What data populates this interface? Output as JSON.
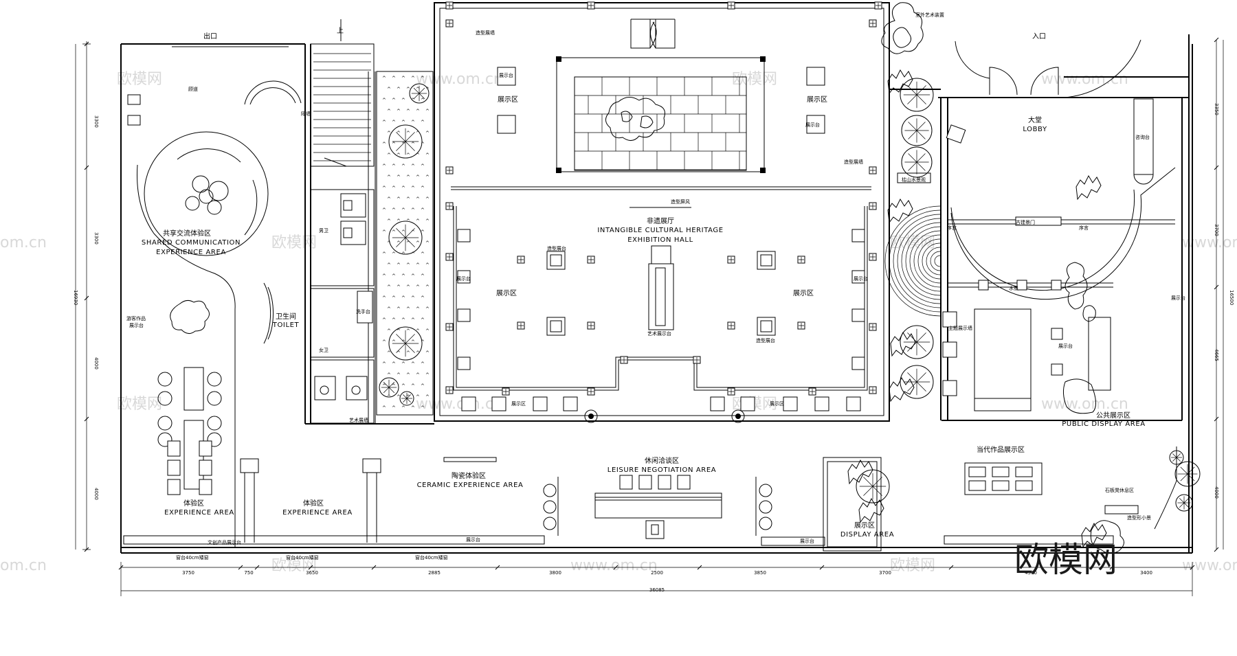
{
  "plan": {
    "rooms": {
      "exit_label": "出口",
      "entrance_label": "入口",
      "stair_up": "上",
      "outdoor_art": "室外艺术装置",
      "corridor": "顾道",
      "wall_note": "隔墙",
      "shared_cn": "共享交流体验区",
      "shared_en_1": "SHARED COMMUNICATION",
      "shared_en_2": "EXPERIENCE AREA",
      "visitor_works_1": "游客作品",
      "visitor_works_2": "展示台",
      "toilet_cn": "卫生间",
      "toilet_en": "TOILET",
      "mens": "男卫",
      "womens": "女卫",
      "washbasin": "洗手台",
      "art_display_wall": "艺术展墙",
      "shaped_wall": "造型展墙",
      "shaped_screen": "造型屏风",
      "display_stand": "展示台",
      "display_area": "展示区",
      "ich_cn": "非遗展厅",
      "ich_en_1": "INTANGIBLE CULTURAL HERITAGE",
      "ich_en_2": "EXHIBITION HALL",
      "shaped_stand": "造型展台",
      "art_stand": "艺术展示台",
      "dry_landscape": "枯山水景观",
      "lobby_cn": "大堂",
      "lobby_en": "LOBBY",
      "info_desk": "咨询台",
      "preface": "序言",
      "ancient_view": "古建景门",
      "water_feature": "水景",
      "theme_wall": "主题展示墙",
      "public_cn": "公共展示区",
      "public_en": "PUBLIC DISPLAY AREA",
      "contemporary_cn": "当代作品展示区",
      "stone_bench": "石板凳休息区",
      "shaped_plant": "造型形小景",
      "exp_cn": "体验区",
      "exp_en": "EXPERIENCE AREA",
      "ceramic_cn": "陶瓷体验区",
      "ceramic_en": "CERAMIC EXPERIENCE AREA",
      "leisure_cn": "休闲洽谈区",
      "leisure_en": "LEISURE NEGOTIATION AREA",
      "display_cn": "展示区",
      "display_en": "DISPLAY AREA",
      "creative_products": "文创产品展示台",
      "window_sill": "窗台40cm矮窗"
    },
    "dimensions": {
      "bottom": [
        "3750",
        "750",
        "3650",
        "2885",
        "3800",
        "2500",
        "3850",
        "3700",
        "4300",
        "3400"
      ],
      "total": "36085",
      "left": [
        "3300",
        "3300",
        "4000",
        "4000"
      ],
      "left_total": "16930",
      "right": [
        "3350",
        "3700",
        "4665",
        "4000"
      ],
      "right_total": "16500"
    },
    "watermark": {
      "cn": "欧模网",
      "url": "www.om.cn",
      "partial": "om.cn",
      "brand": "欧模网"
    }
  },
  "colors": {
    "line": "#000000",
    "watermark": "#d8d8d8",
    "background": "#ffffff"
  }
}
